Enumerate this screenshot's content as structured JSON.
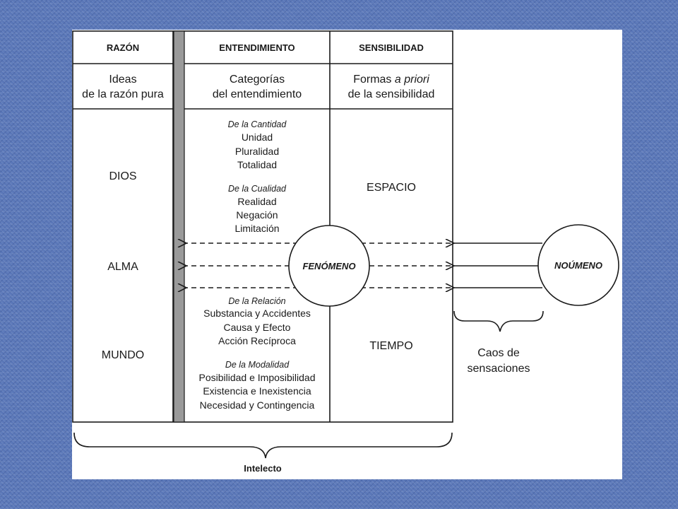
{
  "headers": {
    "razon": "RAZÓN",
    "entendimiento": "ENTENDIMIENTO",
    "sensibilidad": "SENSIBILIDAD"
  },
  "subheaders": {
    "razon_line1": "Ideas",
    "razon_line2": "de la razón pura",
    "entend_line1": "Categorías",
    "entend_line2": "del entendimiento",
    "sens_line1_a": "Formas ",
    "sens_line1_b": "a priori",
    "sens_line2": "de la sensibilidad"
  },
  "razon_items": [
    "DIOS",
    "ALMA",
    "MUNDO"
  ],
  "categories": {
    "cantidad": {
      "heading": "De la Cantidad",
      "items": [
        "Unidad",
        "Pluralidad",
        "Totalidad"
      ]
    },
    "cualidad": {
      "heading": "De la Cualidad",
      "items": [
        "Realidad",
        "Negación",
        "Limitación"
      ]
    },
    "relacion": {
      "heading": "De la Relación",
      "items": [
        "Substancia y Accidentes",
        "Causa y Efecto",
        "Acción Recíproca"
      ]
    },
    "modalidad": {
      "heading": "De la Modalidad",
      "items": [
        "Posibilidad e Imposibilidad",
        "Existencia e Inexistencia",
        "Necesidad y Contingencia"
      ]
    }
  },
  "sensibilidad_items": [
    "ESPACIO",
    "TIEMPO"
  ],
  "fenomeno_label": "FENÓMENO",
  "noumeno_label": "NOÚMENO",
  "caos_line1": "Caos de",
  "caos_line2": "sensaciones",
  "intelecto_label": "Intelecto"
}
